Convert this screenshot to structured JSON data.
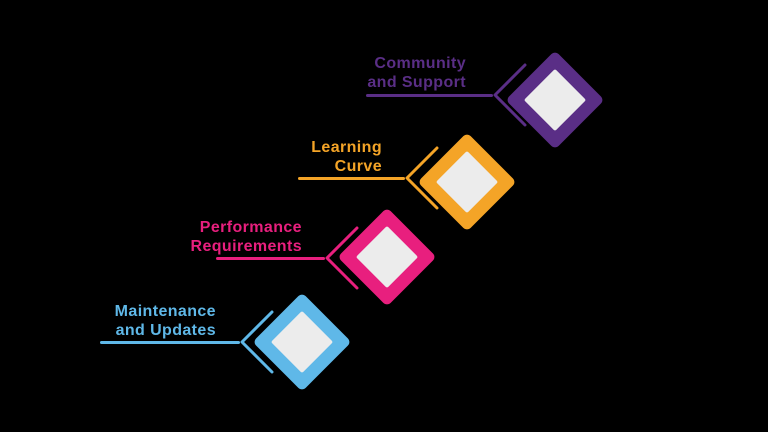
{
  "canvas": {
    "background": "#000000",
    "style": "background:#000000",
    "diamond_fill": "#ececec",
    "inner_style": "background:#ececec"
  },
  "items": [
    {
      "id": "community-and-support",
      "label_line1": "Community",
      "label_line2": "and Support",
      "color": "#5a2e86",
      "style": "--accent:#5a2e86"
    },
    {
      "id": "learning-curve",
      "label_line1": "Learning",
      "label_line2": "Curve",
      "color": "#f4a427",
      "style": "--accent:#f4a427"
    },
    {
      "id": "performance-requirements",
      "label_line1": "Performance",
      "label_line2": "Requirements",
      "color": "#e81f7e",
      "style": "--accent:#e81f7e"
    },
    {
      "id": "maintenance-and-updates",
      "label_line1": "Maintenance",
      "label_line2": "and Updates",
      "color": "#5fb8e8",
      "style": "--accent:#5fb8e8"
    }
  ]
}
